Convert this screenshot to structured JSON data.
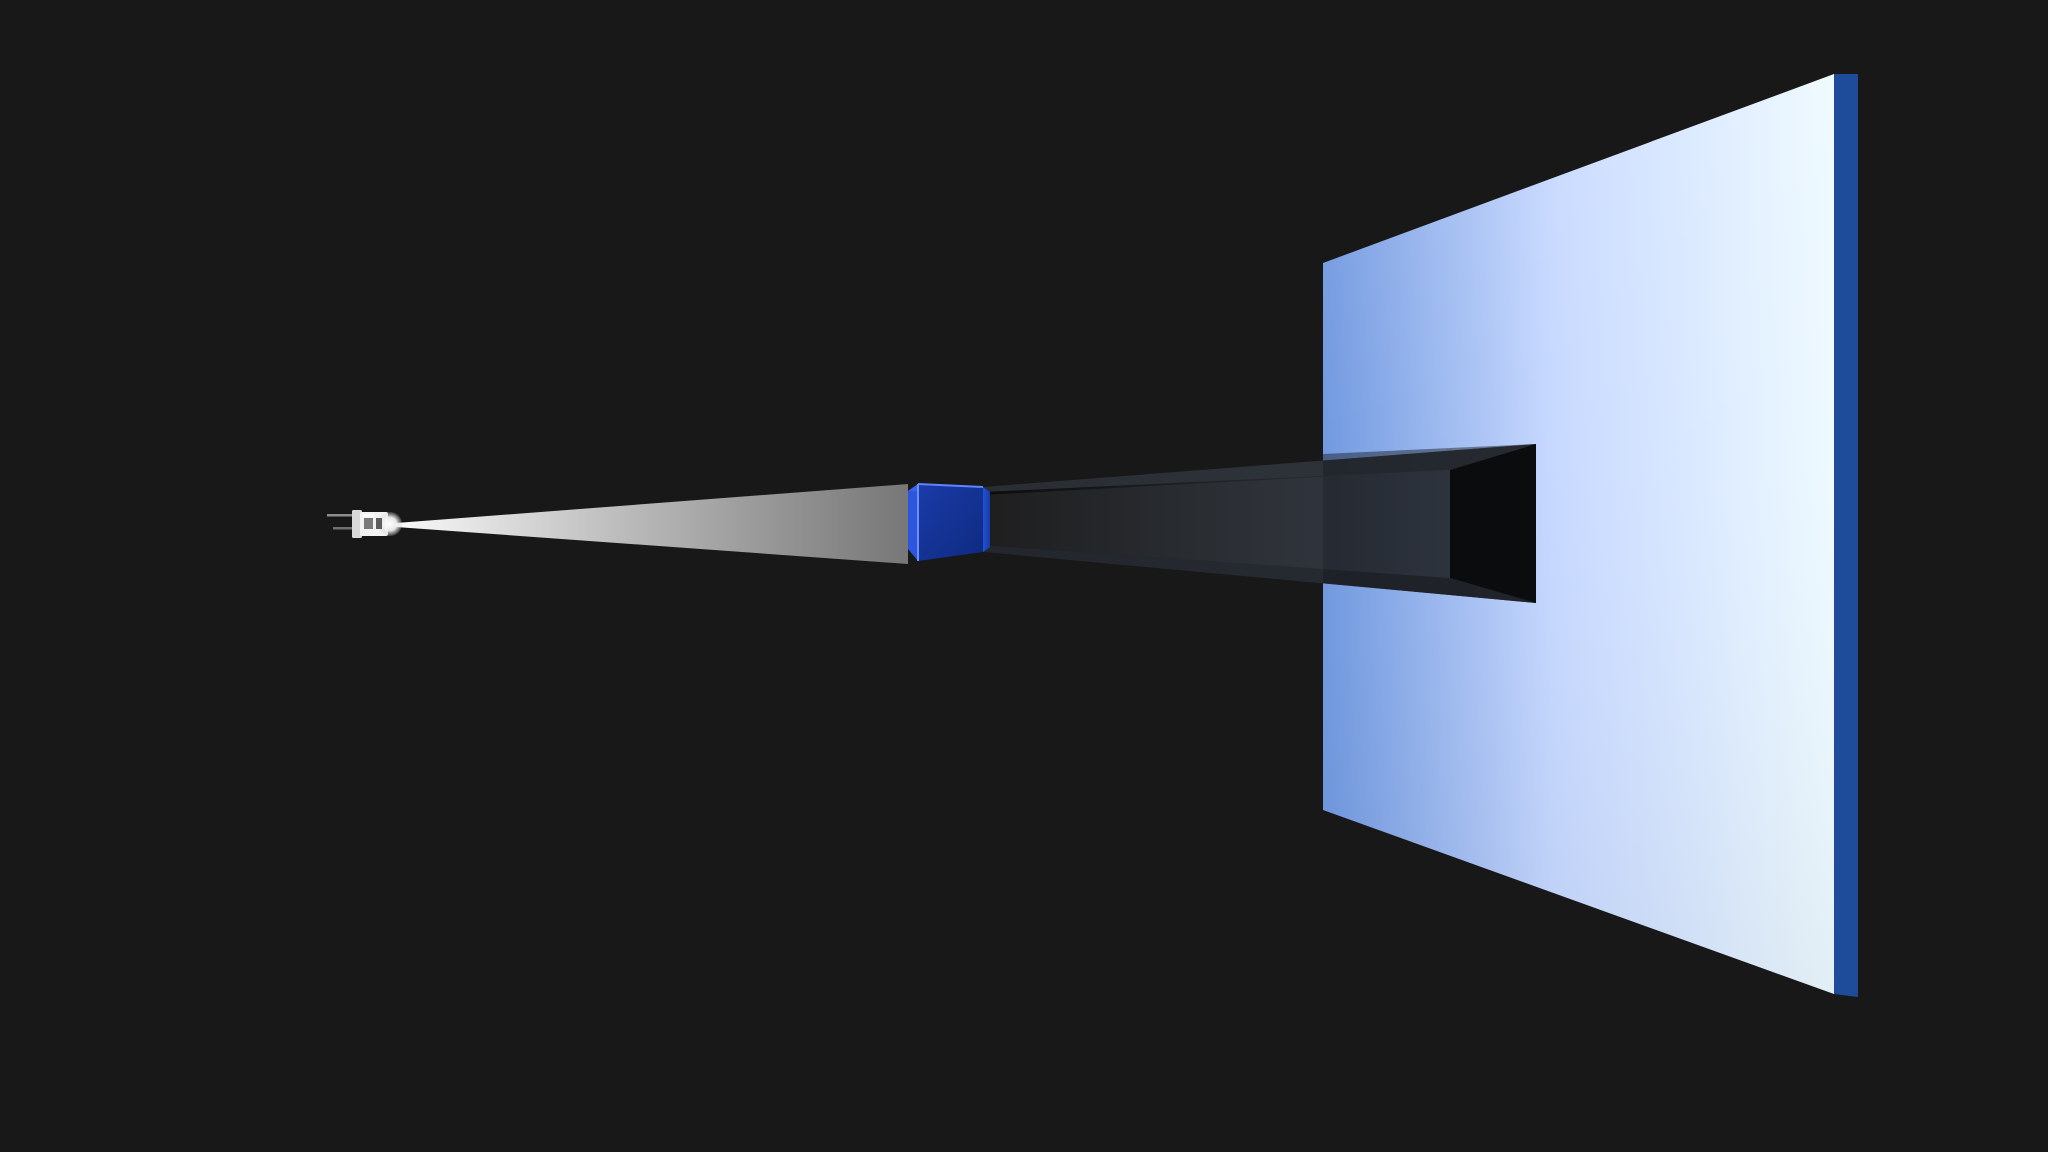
{
  "scene": {
    "background_color": "#181818",
    "elements": [
      "light-source",
      "light-beam",
      "blue-cube",
      "shadow-prism",
      "projection-screen"
    ],
    "colors": {
      "beam_bright": "#ffffff",
      "beam_dim": "#8f8f8f",
      "cube_front": "#0f2f8f",
      "cube_side": "#1b45c8",
      "screen_left": "#6f97df",
      "screen_mid": "#c6d8ff",
      "screen_right": "#eefaff",
      "screen_edge": "#1f4c9a",
      "shadow_core": "#050505",
      "shadow_shell": "#171a20"
    }
  }
}
